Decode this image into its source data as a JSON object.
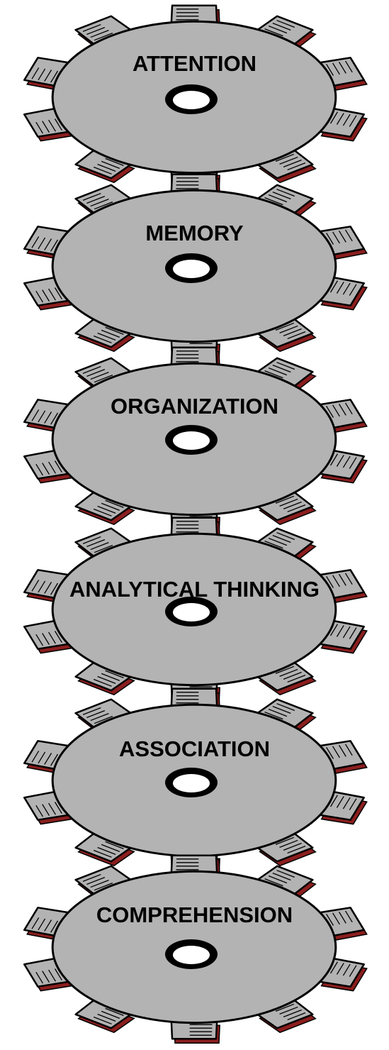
{
  "diagram": {
    "colors": {
      "gear_fill": "#b3b3b3",
      "outline": "#000000",
      "tooth_shadow": "#8b1e1e",
      "hole_fill": "#ffffff",
      "background": "#ffffff"
    },
    "gears": [
      {
        "label": "ATTENTION",
        "icon": "gear-icon"
      },
      {
        "label": "MEMORY",
        "icon": "gear-icon"
      },
      {
        "label": "ORGANIZATION",
        "icon": "gear-icon"
      },
      {
        "label": "ANALYTICAL THINKING",
        "icon": "gear-icon"
      },
      {
        "label": "ASSOCIATION",
        "icon": "gear-icon"
      },
      {
        "label": "COMPREHENSION",
        "icon": "gear-icon"
      }
    ]
  }
}
